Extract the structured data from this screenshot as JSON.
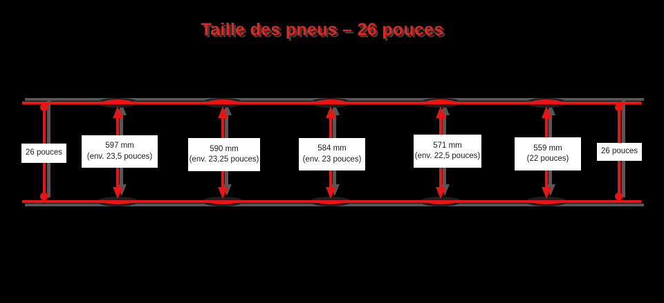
{
  "title": "Taille des pneus – 26 pouces",
  "gauges": {
    "left_label": "26 pouces",
    "right_label": "26 pouces"
  },
  "measurements": [
    {
      "value": "597 mm",
      "approx": "(env. 23,5 pouces)"
    },
    {
      "value": "590 mm",
      "approx": "(env. 23,25 pouces)"
    },
    {
      "value": "584 mm",
      "approx": "(env. 23 pouces)"
    },
    {
      "value": "571 mm",
      "approx": "(env. 22,5 pouces)"
    },
    {
      "value": "559 mm",
      "approx": "(22 pouces)"
    }
  ],
  "colors": {
    "line_red": "#ee1212",
    "title_red": "#e2251f",
    "shadow_gray": "#57575a",
    "box_bg": "#ffffff",
    "label_text": "#1c1c1c",
    "background": "#000000"
  }
}
